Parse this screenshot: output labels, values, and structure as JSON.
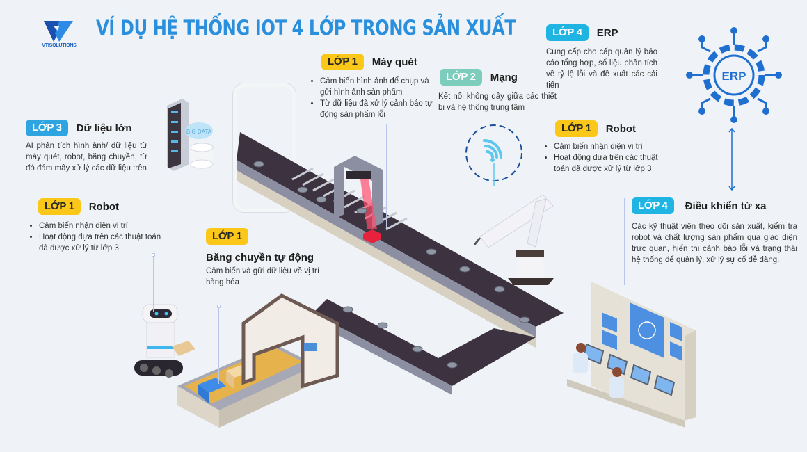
{
  "brand": {
    "logo_text": "VTISOLUTIONS",
    "primary_color": "#1b5fc1"
  },
  "title": "VÍ DỤ HỆ THỐNG IOT 4 LỚP TRONG SẢN XUẤT",
  "colors": {
    "layer1": "#fbc81a",
    "layer2": "#7dcdbd",
    "layer3": "#2ea5e0",
    "layer4": "#1fb4e1",
    "title": "#2a8fdc",
    "background": "#eff3f7"
  },
  "blocks": {
    "erp": {
      "badge": "LỚP 4",
      "name": "ERP",
      "description": "Cung cấp cho cấp quản lý báo cáo tổng hợp, số liệu phân tích về tỷ lệ lỗi và đề xuất các cải tiến"
    },
    "scanner": {
      "badge": "LỚP 1",
      "name": "Máy quét",
      "bullets": [
        "Cảm biến hình ảnh để chụp và gửi hình ảnh sản phẩm",
        "Từ dữ liệu đã xử lý cảnh báo tự động sản phẩm lỗi"
      ]
    },
    "network": {
      "badge": "LỚP 2",
      "name": "Mạng",
      "description": "Kết nối không dây giữa các thiết bị và hệ thống trung tâm"
    },
    "bigdata": {
      "badge": "LỚP 3",
      "name": "Dữ liệu lớn",
      "description": "AI phân tích hình ảnh/ dữ liệu từ máy quét, robot, băng chuyền, từ đó đám mây xử lý các dữ liệu trên"
    },
    "robot_right": {
      "badge": "LỚP 1",
      "name": "Robot",
      "bullets": [
        "Cảm biến nhận diện vị trí",
        "Hoạt động dựa trên các thuật toán đã được xử lý từ lớp 3"
      ]
    },
    "robot_left": {
      "badge": "LỚP 1",
      "name": "Robot",
      "bullets": [
        "Cảm biến nhận diện vị trí",
        "Hoạt động dựa trên các thuật toán đã được xử lý từ lớp 3"
      ]
    },
    "conveyor": {
      "badge": "LỚP 1",
      "name": "Băng chuyền tự động",
      "description": "Cảm biến và gửi dữ liệu về vị trí hàng hóa"
    },
    "remote": {
      "badge": "LỚP 4",
      "name": "Điều khiển từ xa",
      "description": "Các kỹ thuật viên theo dõi sản xuất, kiểm tra robot và chất lượng sản phẩm qua giao diện trực quan, hiển thị cảnh báo lỗi và trạng thái hệ thống để quản lý, xử lý sự cố dễ dàng."
    }
  },
  "illustrations": {
    "erp_gear_label": "ERP",
    "cloud_label": "BIG DATA"
  }
}
